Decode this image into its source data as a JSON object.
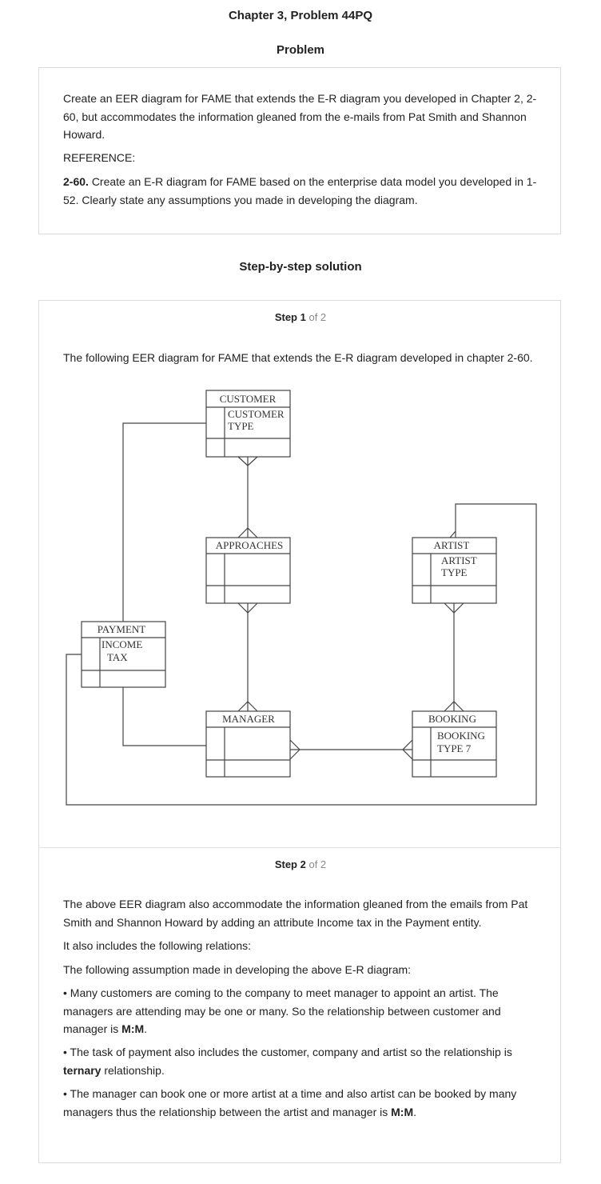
{
  "header": {
    "title": "Chapter 3, Problem 44PQ",
    "problem_heading": "Problem",
    "solution_heading": "Step-by-step solution"
  },
  "problem": {
    "text": "Create an EER diagram for FAME that extends the E-R diagram you developed in Chapter 2, 2-60, but accommodates the information gleaned from the e-mails from Pat Smith and Shannon Howard.",
    "reference_label": "REFERENCE:",
    "reference_num": "2-60.",
    "reference_text": "Create an E-R diagram for FAME based on the enterprise data model you developed in 1-52. Clearly state any assumptions you made in developing the diagram."
  },
  "step1": {
    "label_bold": "Step 1",
    "label_of": "of 2",
    "text": "The following EER diagram for FAME that extends the E-R diagram developed in chapter 2-60."
  },
  "diagram": {
    "customer": {
      "name": "CUSTOMER",
      "attr1": "CUSTOMER",
      "attr2": "TYPE"
    },
    "approaches": {
      "name": "APPROACHES"
    },
    "artist": {
      "name": "ARTIST",
      "attr1": "ARTIST",
      "attr2": "TYPE"
    },
    "payment": {
      "name": "PAYMENT",
      "attr1": "INCOME",
      "attr2": "TAX"
    },
    "manager": {
      "name": "MANAGER"
    },
    "booking": {
      "name": "BOOKING",
      "attr1": "BOOKING",
      "attr2": "TYPE 7"
    }
  },
  "step2": {
    "label_bold": "Step 2",
    "label_of": "of 2",
    "p1": "The above EER diagram also accommodate the information gleaned from the emails from Pat Smith and Shannon Howard by adding an attribute Income tax in the Payment entity.",
    "p2": "It also includes the following relations:",
    "p3": "The following assumption made in developing the above E-R diagram:",
    "b1_text": "• Many customers are coming to the company to meet manager to appoint an artist. The managers are attending may be one or many. So the relationship between customer and manager is ",
    "b1_bold": "M:M",
    "b1_end": ".",
    "b2_text": "• The task of payment also includes the customer, company and artist so the relationship is ",
    "b2_bold": "ternary",
    "b2_end": " relationship.",
    "b3_text": "• The manager can book one or more artist at a time and also artist can be booked by many managers thus the relationship between the artist and manager is ",
    "b3_bold": "M:M",
    "b3_end": "."
  }
}
